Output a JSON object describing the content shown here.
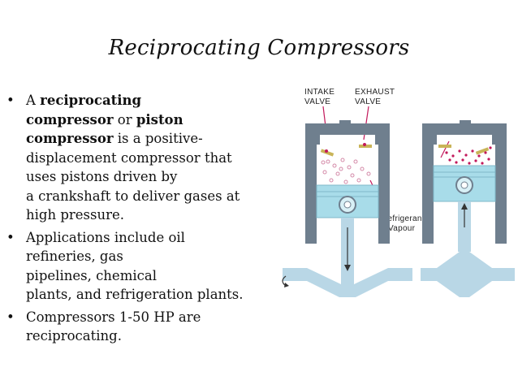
{
  "slide": {
    "title": "Reciprocating Compressors"
  },
  "bullets": [
    {
      "lines": [
        [
          {
            "t": "A ",
            "b": false
          },
          {
            "t": "reciprocating",
            "b": true
          }
        ],
        [
          {
            "t": "compressor",
            "b": true
          },
          {
            "t": " or ",
            "b": false
          },
          {
            "t": "piston",
            "b": true
          }
        ],
        [
          {
            "t": "compressor",
            "b": true
          },
          {
            "t": " is a positive-",
            "b": false
          }
        ],
        [
          {
            "t": "displacement compressor that",
            "b": false
          }
        ],
        [
          {
            "t": "uses pistons driven by",
            "b": false
          }
        ],
        [
          {
            "t": "a crankshaft to deliver gases at",
            "b": false
          }
        ],
        [
          {
            "t": "high pressure.",
            "b": false
          }
        ]
      ]
    },
    {
      "lines": [
        [
          {
            "t": "Applications include oil",
            "b": false
          }
        ],
        [
          {
            "t": "refineries, gas",
            "b": false
          }
        ],
        [
          {
            "t": "pipelines, chemical",
            "b": false
          }
        ],
        [
          {
            "t": "plants, and refrigeration plants.",
            "b": false
          }
        ]
      ]
    },
    {
      "lines": [
        [
          {
            "t": "Compressors 1-50 HP are",
            "b": false
          }
        ],
        [
          {
            "t": "reciprocating.",
            "b": false
          }
        ]
      ]
    }
  ],
  "bullet_char": "•",
  "figure": {
    "intake_label_1": "INTAKE",
    "intake_label_2": "VALVE",
    "exhaust_label_1": "EXHAUST",
    "exhaust_label_2": "VALVE",
    "refrigerant_label_1": "Refrigerant",
    "refrigerant_label_2": "Vapour",
    "colors": {
      "cylinder": "#6f7f8e",
      "piston": "#a8dce9",
      "gas": "#c2185b",
      "valve": "#c9b458",
      "rod": "#b9d7e6"
    }
  }
}
